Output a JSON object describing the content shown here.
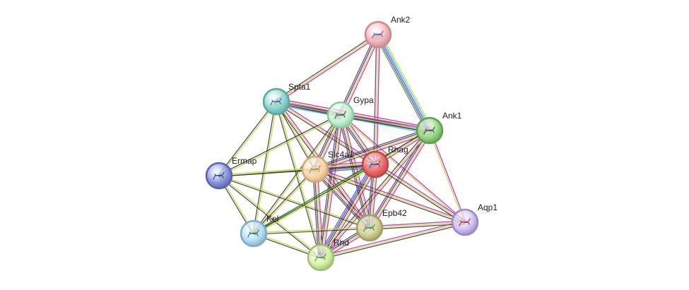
{
  "network": {
    "nodes": [
      {
        "id": "Ank2",
        "label": "Ank2",
        "color": "#f4b8bd",
        "stroke": "#c98a90",
        "glyph": "#7060a8"
      },
      {
        "id": "Spta1",
        "label": "Spta1",
        "color": "#8fd8cf",
        "stroke": "#5aa89e",
        "glyph": "#4a6aa8"
      },
      {
        "id": "Gypa",
        "label": "Gypa",
        "color": "#c8f5d6",
        "stroke": "#8cc8a0",
        "glyph": "#3a6a4a"
      },
      {
        "id": "Ank1",
        "label": "Ank1",
        "color": "#9ad98a",
        "stroke": "#5fa050",
        "glyph": "#3a6030"
      },
      {
        "id": "Ermap",
        "label": "Ermap",
        "color": "#8a96dc",
        "stroke": "#5a64a8",
        "glyph": "#3040a0"
      },
      {
        "id": "Slc4a1",
        "label": "Slc4a1",
        "color": "#fbd9b0",
        "stroke": "#d0a878",
        "glyph": "#c09020"
      },
      {
        "id": "Rhag",
        "label": "Rhag",
        "color": "#f26e6e",
        "stroke": "#b84848",
        "glyph": "#604080"
      },
      {
        "id": "Aqp1",
        "label": "Aqp1",
        "color": "#d4c4f4",
        "stroke": "#9a88c8",
        "glyph": "#a04040"
      },
      {
        "id": "Kel",
        "label": "Kel",
        "color": "#b8e0f4",
        "stroke": "#80aac8",
        "glyph": "#208070"
      },
      {
        "id": "Epb42",
        "label": "Epb42",
        "color": "#d4d49a",
        "stroke": "#9e9e60",
        "glyph": "#40a040"
      },
      {
        "id": "Rhd",
        "label": "Rhd",
        "color": "#d8f4a8",
        "stroke": "#9ec070",
        "glyph": "#50a050"
      }
    ],
    "edge_colors": {
      "magenta": "#c020c0",
      "olive": "#c8d840",
      "black": "#333333",
      "purple": "#6030a0",
      "cyan": "#30c8d8",
      "blue": "#3050d8",
      "green": "#30a030"
    },
    "edges": [
      {
        "source": "Ank2",
        "target": "Spta1",
        "types": [
          "magenta",
          "olive",
          "black"
        ]
      },
      {
        "source": "Ank2",
        "target": "Gypa",
        "types": [
          "magenta",
          "olive",
          "black",
          "purple"
        ]
      },
      {
        "source": "Ank2",
        "target": "Rhag",
        "types": [
          "magenta",
          "olive",
          "purple"
        ]
      },
      {
        "source": "Ank2",
        "target": "Ank1",
        "types": [
          "olive",
          "cyan",
          "blue",
          "purple",
          "green"
        ]
      },
      {
        "source": "Spta1",
        "target": "Gypa",
        "types": [
          "magenta",
          "olive",
          "black"
        ]
      },
      {
        "source": "Spta1",
        "target": "Ank1",
        "types": [
          "magenta",
          "olive",
          "black",
          "purple",
          "cyan"
        ]
      },
      {
        "source": "Spta1",
        "target": "Ermap",
        "types": [
          "olive",
          "black"
        ]
      },
      {
        "source": "Spta1",
        "target": "Slc4a1",
        "types": [
          "olive",
          "black"
        ]
      },
      {
        "source": "Spta1",
        "target": "Rhag",
        "types": [
          "magenta",
          "olive",
          "black"
        ]
      },
      {
        "source": "Spta1",
        "target": "Kel",
        "types": [
          "olive",
          "black"
        ]
      },
      {
        "source": "Spta1",
        "target": "Epb42",
        "types": [
          "magenta",
          "olive",
          "black"
        ]
      },
      {
        "source": "Spta1",
        "target": "Rhd",
        "types": [
          "olive",
          "black"
        ]
      },
      {
        "source": "Gypa",
        "target": "Ank1",
        "types": [
          "magenta",
          "olive",
          "black"
        ]
      },
      {
        "source": "Gypa",
        "target": "Ermap",
        "types": [
          "olive",
          "black"
        ]
      },
      {
        "source": "Gypa",
        "target": "Slc4a1",
        "types": [
          "magenta",
          "olive",
          "black",
          "purple"
        ]
      },
      {
        "source": "Gypa",
        "target": "Rhag",
        "types": [
          "magenta",
          "olive",
          "black",
          "purple"
        ]
      },
      {
        "source": "Gypa",
        "target": "Kel",
        "types": [
          "olive",
          "black"
        ]
      },
      {
        "source": "Gypa",
        "target": "Epb42",
        "types": [
          "magenta",
          "olive",
          "black",
          "purple"
        ]
      },
      {
        "source": "Gypa",
        "target": "Rhd",
        "types": [
          "magenta",
          "olive",
          "black",
          "purple"
        ]
      },
      {
        "source": "Gypa",
        "target": "Aqp1",
        "types": [
          "magenta",
          "olive"
        ]
      },
      {
        "source": "Ank1",
        "target": "Slc4a1",
        "types": [
          "magenta",
          "olive",
          "black",
          "purple"
        ]
      },
      {
        "source": "Ank1",
        "target": "Rhag",
        "types": [
          "magenta",
          "olive",
          "black"
        ]
      },
      {
        "source": "Ank1",
        "target": "Epb42",
        "types": [
          "magenta",
          "olive",
          "black",
          "purple"
        ]
      },
      {
        "source": "Ank1",
        "target": "Rhd",
        "types": [
          "magenta",
          "olive",
          "black"
        ]
      },
      {
        "source": "Ank1",
        "target": "Aqp1",
        "types": [
          "magenta",
          "olive"
        ]
      },
      {
        "source": "Ank1",
        "target": "Kel",
        "types": [
          "olive",
          "black"
        ]
      },
      {
        "source": "Ermap",
        "target": "Slc4a1",
        "types": [
          "olive",
          "black"
        ]
      },
      {
        "source": "Ermap",
        "target": "Rhag",
        "types": [
          "olive",
          "black"
        ]
      },
      {
        "source": "Ermap",
        "target": "Kel",
        "types": [
          "olive",
          "black"
        ]
      },
      {
        "source": "Ermap",
        "target": "Epb42",
        "types": [
          "olive",
          "black"
        ]
      },
      {
        "source": "Ermap",
        "target": "Rhd",
        "types": [
          "olive",
          "black"
        ]
      },
      {
        "source": "Slc4a1",
        "target": "Rhag",
        "types": [
          "magenta",
          "olive",
          "black",
          "purple",
          "blue"
        ]
      },
      {
        "source": "Slc4a1",
        "target": "Kel",
        "types": [
          "olive",
          "black"
        ]
      },
      {
        "source": "Slc4a1",
        "target": "Epb42",
        "types": [
          "magenta",
          "olive",
          "black",
          "purple"
        ]
      },
      {
        "source": "Slc4a1",
        "target": "Rhd",
        "types": [
          "magenta",
          "olive",
          "black",
          "purple"
        ]
      },
      {
        "source": "Slc4a1",
        "target": "Aqp1",
        "types": [
          "magenta",
          "olive",
          "black"
        ]
      },
      {
        "source": "Rhag",
        "target": "Kel",
        "types": [
          "olive",
          "black",
          "green"
        ]
      },
      {
        "source": "Rhag",
        "target": "Epb42",
        "types": [
          "magenta",
          "olive",
          "black",
          "purple"
        ]
      },
      {
        "source": "Rhag",
        "target": "Rhd",
        "types": [
          "magenta",
          "olive",
          "black",
          "purple",
          "blue"
        ]
      },
      {
        "source": "Rhag",
        "target": "Aqp1",
        "types": [
          "magenta",
          "olive",
          "black"
        ]
      },
      {
        "source": "Kel",
        "target": "Epb42",
        "types": [
          "olive",
          "black"
        ]
      },
      {
        "source": "Kel",
        "target": "Rhd",
        "types": [
          "olive",
          "black"
        ]
      },
      {
        "source": "Epb42",
        "target": "Rhd",
        "types": [
          "magenta",
          "olive",
          "black",
          "purple"
        ]
      },
      {
        "source": "Epb42",
        "target": "Aqp1",
        "types": [
          "magenta",
          "olive",
          "black"
        ]
      },
      {
        "source": "Rhd",
        "target": "Aqp1",
        "types": [
          "magenta",
          "olive",
          "black"
        ]
      }
    ]
  }
}
